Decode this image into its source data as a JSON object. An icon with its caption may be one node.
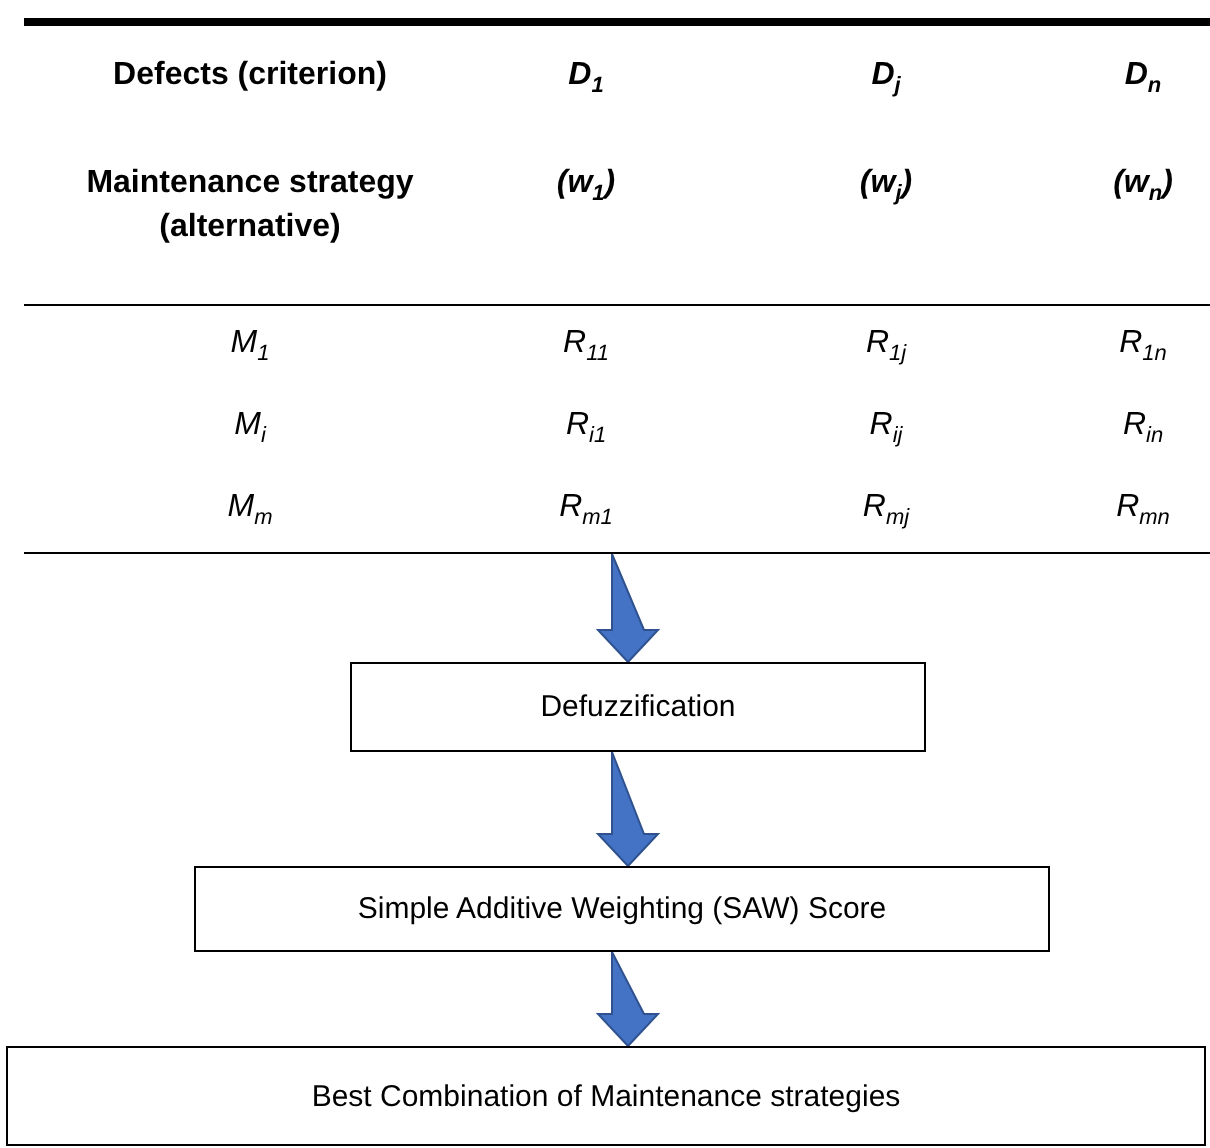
{
  "diagram": {
    "nodes": [
      {
        "text": [
          "Defects (criterion)",
          "D$_{1}$",
          "D$_{j}$",
          "D$_{n}$",
          "Maintenance strategy (alternative)",
          "(w$_{1}$)",
          "(w$_{j}$)",
          "(w$_{n}$)",
          "M$_{1}$",
          "R$_{11}$",
          "R$_{1j}$",
          "R$_{1n}$",
          "M$_{i}$",
          "R$_{i1}$",
          "R$_{ij}$",
          "R$_{in}$",
          "M$_{m}$",
          "R$_{m1}$",
          "R$_{mj}$",
          "R$_{mn}$"
        ]
      },
      {
        "text": [
          "Defuzzification"
        ]
      },
      {
        "text": [
          "Simple Additive Weighting (SAW) Score"
        ]
      },
      {
        "text": [
          "Best Combination of Maintenance strategies"
        ]
      }
    ],
    "edges": [
      {
        "from": 0,
        "to": 1,
        "arrow": "to"
      },
      {
        "from": 1,
        "to": 2,
        "arrow": "to"
      },
      {
        "from": 2,
        "to": 3,
        "arrow": "to"
      }
    ]
  }
}
